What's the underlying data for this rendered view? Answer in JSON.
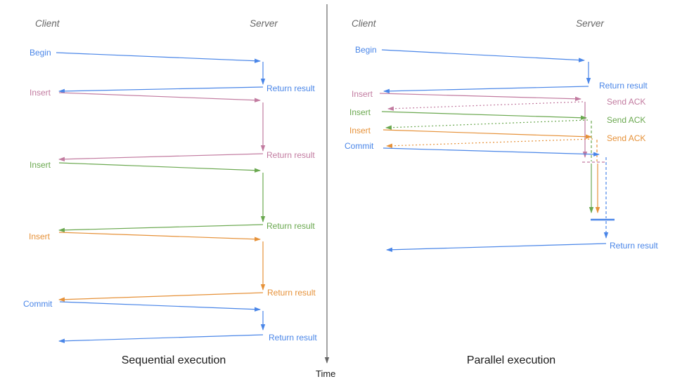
{
  "colors": {
    "blue": "#4a86e8",
    "pink": "#c27ba0",
    "green": "#6aa84f",
    "orange": "#e69138",
    "header_gray": "#666666",
    "text_dark": "#1a1a1a",
    "axis": "#666666"
  },
  "time_label": "Time",
  "sequential": {
    "title": "Sequential execution",
    "client_header": "Client",
    "server_header": "Server",
    "operations": [
      {
        "label": "Begin",
        "return_label": "Return result"
      },
      {
        "label": "Insert",
        "return_label": "Return result"
      },
      {
        "label": "Insert",
        "return_label": "Return result"
      },
      {
        "label": "Insert",
        "return_label": "Return result"
      },
      {
        "label": "Commit",
        "return_label": "Return result"
      }
    ]
  },
  "parallel": {
    "title": "Parallel execution",
    "client_header": "Client",
    "server_header": "Server",
    "operations": [
      {
        "label": "Begin",
        "response_label": "Return result"
      },
      {
        "label": "Insert",
        "response_label": "Send ACK"
      },
      {
        "label": "Insert",
        "response_label": "Send ACK"
      },
      {
        "label": "Insert",
        "response_label": "Send ACK"
      },
      {
        "label": "Commit",
        "response_label": ""
      }
    ],
    "final_return_label": "Return result"
  }
}
